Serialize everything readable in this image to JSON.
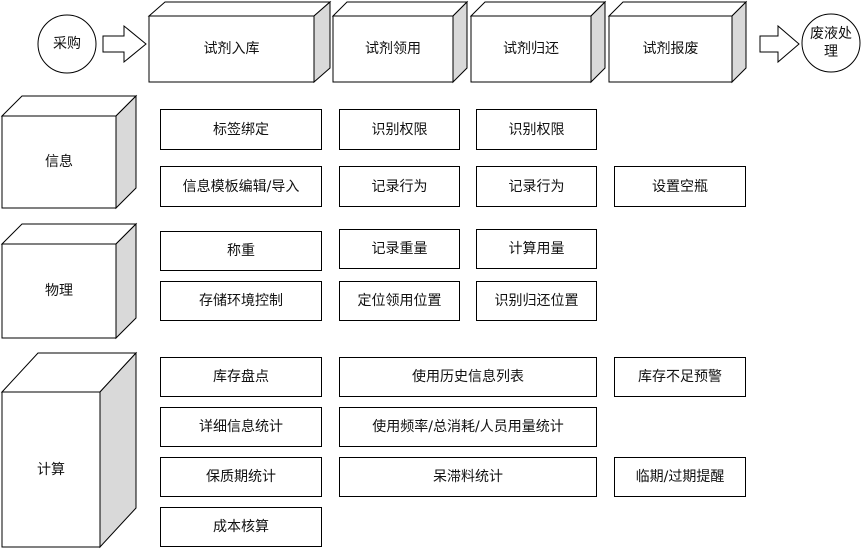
{
  "flow": {
    "start": "采购",
    "end": "废液处理",
    "stages": [
      "试剂入库",
      "试剂领用",
      "试剂归还",
      "试剂报废"
    ]
  },
  "rows": [
    {
      "label": "信息",
      "cells": [
        [
          "标签绑定",
          "识别权限",
          "识别权限",
          ""
        ],
        [
          "信息模板编辑/导入",
          "记录行为",
          "记录行为",
          "设置空瓶"
        ]
      ]
    },
    {
      "label": "物理",
      "cells": [
        [
          "称重",
          "记录重量",
          "计算用量",
          ""
        ],
        [
          "存储环境控制",
          "定位领用位置",
          "识别归还位置",
          ""
        ]
      ]
    },
    {
      "label": "计算",
      "rows": [
        {
          "left": "库存盘点",
          "mid": "使用历史信息列表",
          "right": "库存不足预警"
        },
        {
          "left": "详细信息统计",
          "mid": "使用频率/总消耗/人员用量统计",
          "right": ""
        },
        {
          "left": "保质期统计",
          "mid": "呆滞料统计",
          "right": "临期/过期提醒"
        },
        {
          "left": "成本核算",
          "mid": "",
          "right": ""
        }
      ]
    }
  ]
}
